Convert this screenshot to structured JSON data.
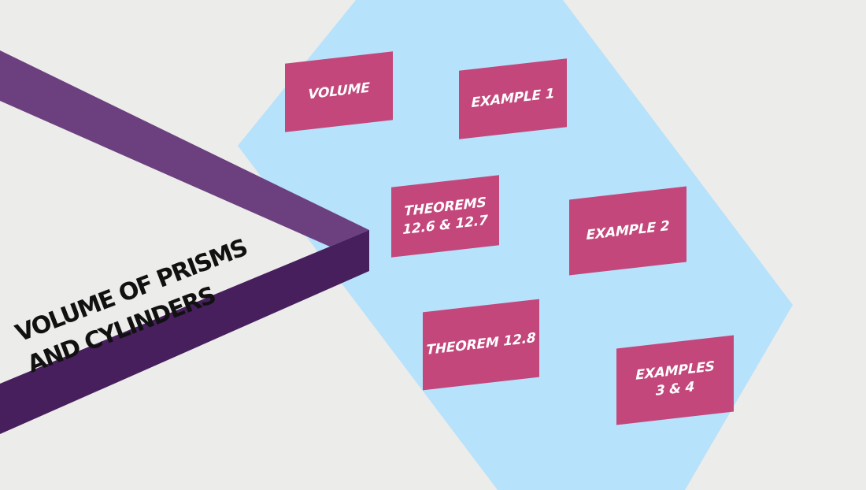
{
  "title": "VOLUME OF PRISMS\nAND CYLINDERS",
  "colors": {
    "background": "#ececea",
    "frame": "#b7e2fb",
    "card": "#c3477b",
    "card_text": "#ffffff",
    "bar_light": "#6c407f",
    "bar_dark": "#461f5c",
    "title_text": "#111111"
  },
  "cards": [
    {
      "id": "volume",
      "label": "VOLUME"
    },
    {
      "id": "example-1",
      "label": "EXAMPLE 1"
    },
    {
      "id": "theorems-12-6-12-7",
      "label": "THEOREMS\n12.6 & 12.7"
    },
    {
      "id": "example-2",
      "label": "EXAMPLE 2"
    },
    {
      "id": "theorem-12-8",
      "label": "THEOREM 12.8"
    },
    {
      "id": "examples-3-4",
      "label": "EXAMPLES\n3 & 4"
    }
  ]
}
